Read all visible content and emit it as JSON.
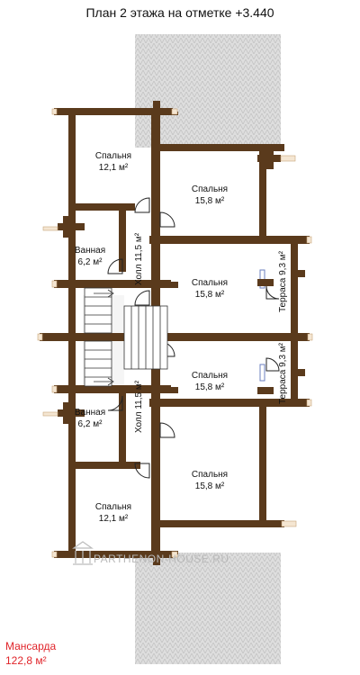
{
  "title": "План 2 этажа на отметке +3.440",
  "rooms": [
    {
      "name": "Спальня",
      "area": "12,1 м²"
    },
    {
      "name": "Спальня",
      "area": "15,8 м²"
    },
    {
      "name": "Ванная",
      "area": "6,2 м²"
    },
    {
      "name": "Спальня",
      "area": "15,8 м²"
    },
    {
      "name": "Спальня",
      "area": "15,8 м²"
    },
    {
      "name": "Ванная",
      "area": "6,2 м²"
    },
    {
      "name": "Спальня",
      "area": "15,8 м²"
    },
    {
      "name": "Спальня",
      "area": "12,1 м²"
    }
  ],
  "halls": [
    "Холл 11,5 м²",
    "Холл 11,5 м²"
  ],
  "terraces": [
    "Терраса 9,3 м²",
    "Терраса 9,3 м²"
  ],
  "watermark": "PARTHENON-HOUSE.RU",
  "summary": {
    "label": "Мансарда",
    "area": "122,8 м²"
  },
  "colors": {
    "wall": "#5a3a1c",
    "roof": "#cfcfcf",
    "window": "#6b7fbf",
    "summary": "#e0242a"
  }
}
